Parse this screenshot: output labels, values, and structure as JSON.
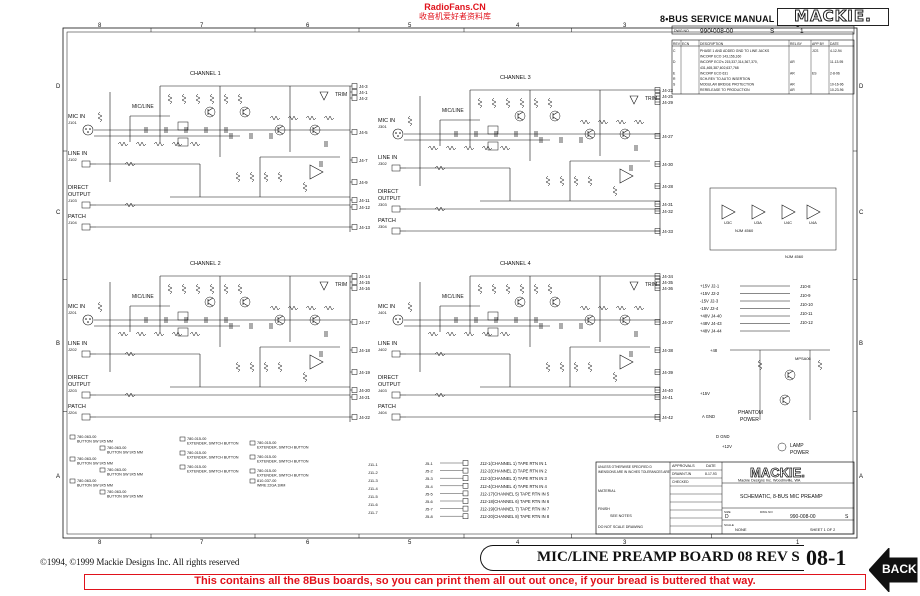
{
  "watermark": {
    "line1": "RadioFans.CN",
    "line2": "收音机爱好者资料库"
  },
  "header": {
    "title": "8•BUS SERVICE MANUAL",
    "brand": "MACKIE."
  },
  "grid": {
    "columns": [
      "8",
      "7",
      "6",
      "5",
      "4",
      "3",
      "1"
    ],
    "rows": [
      "D",
      "C",
      "B",
      "A"
    ]
  },
  "revision_block": {
    "dwg_no": "990-008-00",
    "rev": "S",
    "sheet": "1",
    "headers": [
      "REV",
      "ECN",
      "DESCRIPTION",
      "REL BY",
      "APP BY",
      "DATE"
    ],
    "rows": [
      [
        "C",
        "",
        "PHASE 1 AND ADDED GND TO LINE JACKS",
        "",
        "JCS",
        "4-12-94"
      ],
      [
        "",
        "",
        "INCORP ECO 143,156,160",
        "",
        "",
        ""
      ],
      [
        "D",
        "",
        "INCORP ECO's 215,337,314,367,370,",
        "AR",
        "",
        "11-13-95"
      ],
      [
        "",
        "",
        "431,465,387,602,637,768",
        "",
        "",
        ""
      ],
      [
        "E",
        "",
        "INCORP ECO 631",
        "AR",
        "ES",
        "2-8-96"
      ],
      [
        "R",
        "",
        "SCH-REV TO AUTO INSERTION",
        "",
        "",
        ""
      ],
      [
        "S",
        "",
        "MODULAR BRIDGE PROTECTION",
        "AR",
        "",
        "10-16-96"
      ],
      [
        "",
        "",
        "RERELEASE TO PRODUCTION",
        "AR",
        "",
        "10-23-96"
      ]
    ]
  },
  "channels": [
    {
      "label": "CHANNEL 1",
      "trim": "TRIM",
      "mic_in": "MIC IN",
      "mic_line": "MIC/LINE",
      "line_in": "LINE IN",
      "direct_output": [
        "DIRECT",
        "OUTPUT"
      ],
      "patch": "PATCH",
      "jacks": [
        "J101",
        "J102",
        "J103",
        "J104"
      ]
    },
    {
      "label": "CHANNEL 2",
      "trim": "TRIM",
      "mic_in": "MIC IN",
      "mic_line": "MIC/LINE",
      "line_in": "LINE IN",
      "direct_output": [
        "DIRECT",
        "OUTPUT"
      ],
      "patch": "PATCH",
      "jacks": [
        "J201",
        "J202",
        "J203",
        "J204"
      ]
    },
    {
      "label": "CHANNEL 3",
      "trim": "TRIM",
      "mic_in": "MIC IN",
      "mic_line": "MIC/LINE",
      "line_in": "LINE IN",
      "direct_output": [
        "DIRECT",
        "OUTPUT"
      ],
      "patch": "PATCH",
      "jacks": [
        "J301",
        "J302",
        "J303",
        "J304"
      ]
    },
    {
      "label": "CHANNEL 4",
      "trim": "TRIM",
      "mic_in": "MIC IN",
      "mic_line": "MIC/LINE",
      "line_in": "LINE IN",
      "direct_output": [
        "DIRECT",
        "OUTPUT"
      ],
      "patch": "PATCH",
      "jacks": [
        "J401",
        "J402",
        "J403",
        "J404"
      ]
    }
  ],
  "connector_labels": {
    "ch1": [
      "J4-3",
      "J4-1",
      "J4-2",
      "J4-5",
      "J4-7",
      "J4-9",
      "J4-11",
      "J4-12",
      "J4-13"
    ],
    "ch2": [
      "J4-14",
      "J4-15",
      "J4-16",
      "J4-17",
      "J4-18",
      "J4-19",
      "J4-20",
      "J4-21",
      "J4-22"
    ],
    "ch3": [
      "J4-23",
      "J4-25",
      "J4-29",
      "J4-27",
      "J4-30",
      "J4-28",
      "J4-31",
      "J4-32",
      "J4-33"
    ],
    "ch4": [
      "J4-34",
      "J4-35",
      "J4-36",
      "J4-37",
      "J4-38",
      "J4-39",
      "J4-40",
      "J4-41",
      "J4-42"
    ]
  },
  "power_section": {
    "regulators": [
      "U3C",
      "U3A",
      "U4C",
      "U4A"
    ],
    "opamp": "NJM 4560",
    "rails": [
      "+15V J2-1",
      "+15V J2-2",
      "-15V J2-3",
      "-15V J2-4",
      "+48V J4-40",
      "+48V J4-43",
      "+48V J4-44"
    ],
    "labels": [
      "J10-8",
      "J10-9",
      "J10-10",
      "J10-11",
      "J10-12"
    ],
    "phantom": [
      "PHANTOM",
      "POWER"
    ],
    "lamp": [
      "LAMP",
      "POWER"
    ],
    "transistor": "MPSA06",
    "volt_labels": [
      "+48",
      "+12V",
      "+15V",
      "A GND",
      "D GND"
    ]
  },
  "switch_legend": [
    "780-063-00 BUTTON SW 9X5 MM",
    "780-063-00 BUTTON SW 9X5 MM",
    "780-063-00 BUTTON SW 9X5 MM",
    "780-063-00 BUTTON SW 9X5 MM",
    "780-063-00 BUTTON SW 9X5 MM",
    "780-063-00 BUTTON SW 9X5 MM",
    "780-015-00 EXTENDER, SWITCH BUTTON",
    "780-015-00 EXTENDER, SWITCH BUTTON",
    "780-015-00 EXTENDER, SWITCH BUTTON",
    "780-015-00 EXTENDER, SWITCH BUTTON",
    "780-015-00 EXTENDER, SWITCH BUTTON",
    "780-015-00 EXTENDER, SWITCH BUTTON",
    "810-037-00 WIRE 22GA 1MM"
  ],
  "tape_rtn": [
    "J12-1(CHANNEL 1) TAPE RTN IN 1",
    "J12-2(CHANNEL 2) TAPE RTN IN 2",
    "J12-3(CHANNEL 3) TAPE RTN IN 3",
    "J12-4(CHANNEL 4) TAPE RTN IN 4",
    "J12-17(CHANNEL 5) TAPE RTN IN 5",
    "J12-18(CHANNEL 6) TAPE RTN IN 6",
    "J12-19(CHANNEL 7) TAPE RTN IN 7",
    "J12-20(CHANNEL 8) TAPE RTN IN 8"
  ],
  "title_block": {
    "notes": "UNLESS OTHERWISE SPECIFIED DIMENSIONS ARE IN INCHES TOLERANCES ARE:",
    "approvals": "APPROVALS",
    "date": "DATE",
    "drawn": "DRAWN",
    "drawn_by": "TJN",
    "drawn_date": "8-17-93",
    "checked": "CHECKED",
    "material": "MATERIAL",
    "finish": "FINISH",
    "see_notes": "SEE NOTES",
    "do_not_scale": "DO NOT SCALE DRAWING",
    "brand": "MACKIE.",
    "company": "Mackie Designs Inc.   Woodinville, WA",
    "title": "SCHEMATIC, 8-BUS MIC PREAMP",
    "size": "D",
    "dwg_no": "990-008-00",
    "rev": "S",
    "scale": "NONE",
    "sheet": "SHEET 1 OF 2"
  },
  "footer": {
    "copyright": "©1994, ©1999 Mackie Designs Inc. All rights reserved",
    "board_title": "MIC/LINE PREAMP BOARD 08 REV S",
    "page": "08-1",
    "back": "BACK",
    "banner": "This contains all the 8Bus boards, so you can print them all out out once, if your bread is buttered that way."
  },
  "colors": {
    "ink": "#111111",
    "watermark": "#e0121b",
    "banner": "#e0121b",
    "back_button": "#111111"
  }
}
